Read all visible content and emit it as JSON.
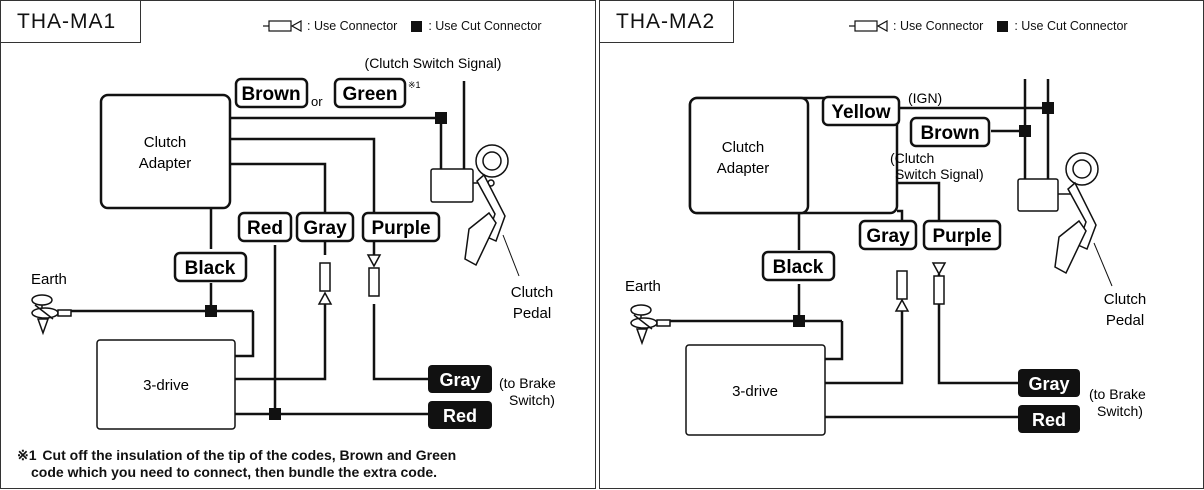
{
  "legend": {
    "use_connector": ": Use Connector",
    "use_cut_connector": ": Use Cut Connector"
  },
  "panel1": {
    "title": "THA-MA1",
    "clutch_switch_signal": "(Clutch Switch Signal)",
    "wire_brown": "Brown",
    "or": "or",
    "wire_green": "Green",
    "footnote_marker": "※1",
    "clutch_adapter_line1": "Clutch",
    "clutch_adapter_line2": "Adapter",
    "wire_red": "Red",
    "wire_gray": "Gray",
    "wire_purple": "Purple",
    "wire_black": "Black",
    "earth": "Earth",
    "clutch_pedal_line1": "Clutch",
    "clutch_pedal_line2": "Pedal",
    "three_drive": "3-drive",
    "out_gray": "Gray",
    "out_red": "Red",
    "to_brake_line1": "(to Brake",
    "to_brake_line2": "Switch)",
    "note_mark": "※1",
    "note_line1": "Cut off the insulation of the tip of the codes, Brown and Green",
    "note_line2": "code which you need to connect, then bundle the extra code."
  },
  "panel2": {
    "title": "THA-MA2",
    "wire_yellow": "Yellow",
    "ign": "(IGN)",
    "wire_brown": "Brown",
    "clutch_signal_line1": "(Clutch",
    "clutch_signal_line2": "Switch Signal)",
    "clutch_adapter_line1": "Clutch",
    "clutch_adapter_line2": "Adapter",
    "wire_gray": "Gray",
    "wire_purple": "Purple",
    "wire_black": "Black",
    "earth": "Earth",
    "clutch_pedal_line1": "Clutch",
    "clutch_pedal_line2": "Pedal",
    "three_drive": "3-drive",
    "out_gray": "Gray",
    "out_red": "Red",
    "to_brake_line1": "(to Brake",
    "to_brake_line2": "Switch)"
  }
}
